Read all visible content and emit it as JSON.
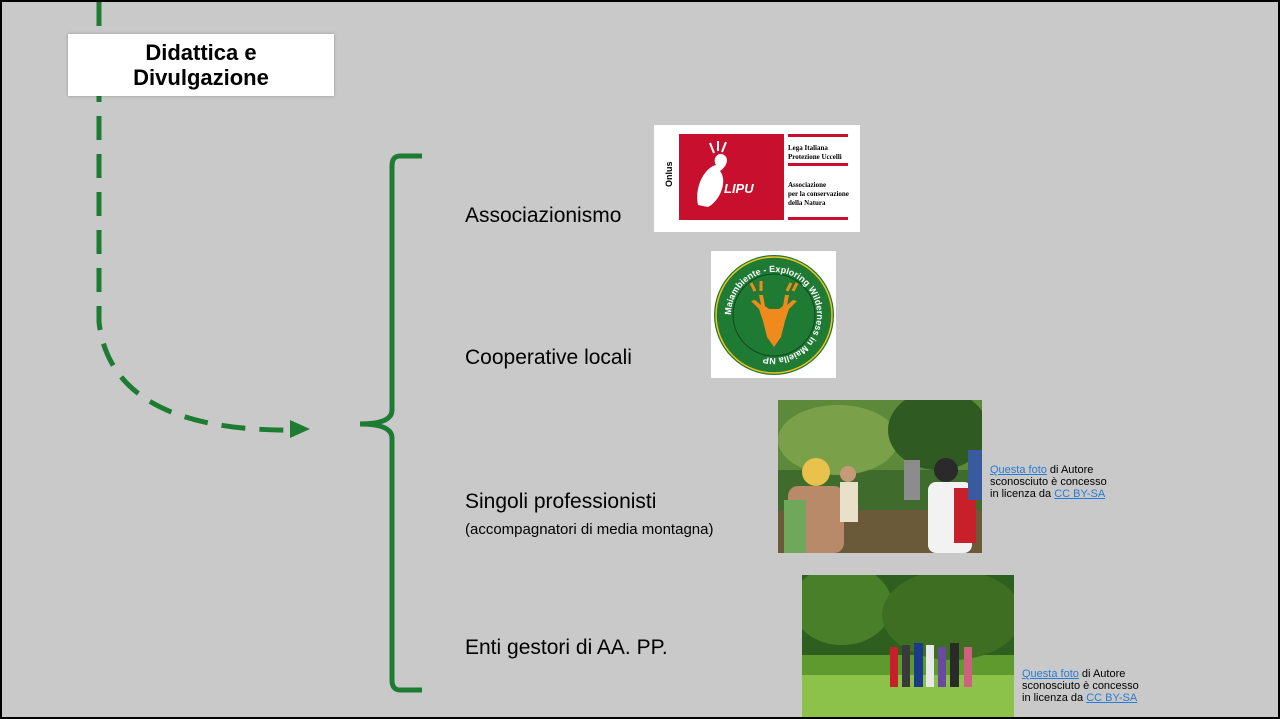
{
  "title": "Didattica e\nDivulgazione",
  "items": [
    {
      "label": "Associazionismo"
    },
    {
      "label": "Cooperative locali"
    },
    {
      "label": "Singoli professionisti",
      "sublabel": "(accompagnatori di media montagna)"
    },
    {
      "label": "Enti gestori di AA. PP."
    }
  ],
  "lipu_logo": {
    "side_text": "Onlus",
    "brand": "LIPU",
    "line1": "Lega Italiana",
    "line2": "Protezione Uccelli",
    "line3": "Associazione",
    "line4": "per la conservazione",
    "line5": "della Natura",
    "color": "#c8102e"
  },
  "coop_logo": {
    "ring_text": "Maiambiente - Exploring Wilderness in Maiella NP",
    "ring_color": "#1f7a34",
    "deer_color": "#f08a1c"
  },
  "credits": [
    {
      "link": "Questa foto",
      "text1": " di Autore",
      "text2": "sconosciuto è concesso",
      "text3": "in licenza da ",
      "license": "CC BY-SA"
    },
    {
      "link": "Questa foto",
      "text1": " di Autore",
      "text2": "sconosciuto è concesso",
      "text3": "in licenza da ",
      "license": "CC BY-SA"
    }
  ],
  "colors": {
    "arrow": "#1e7b32",
    "background": "#c9c9c9"
  }
}
